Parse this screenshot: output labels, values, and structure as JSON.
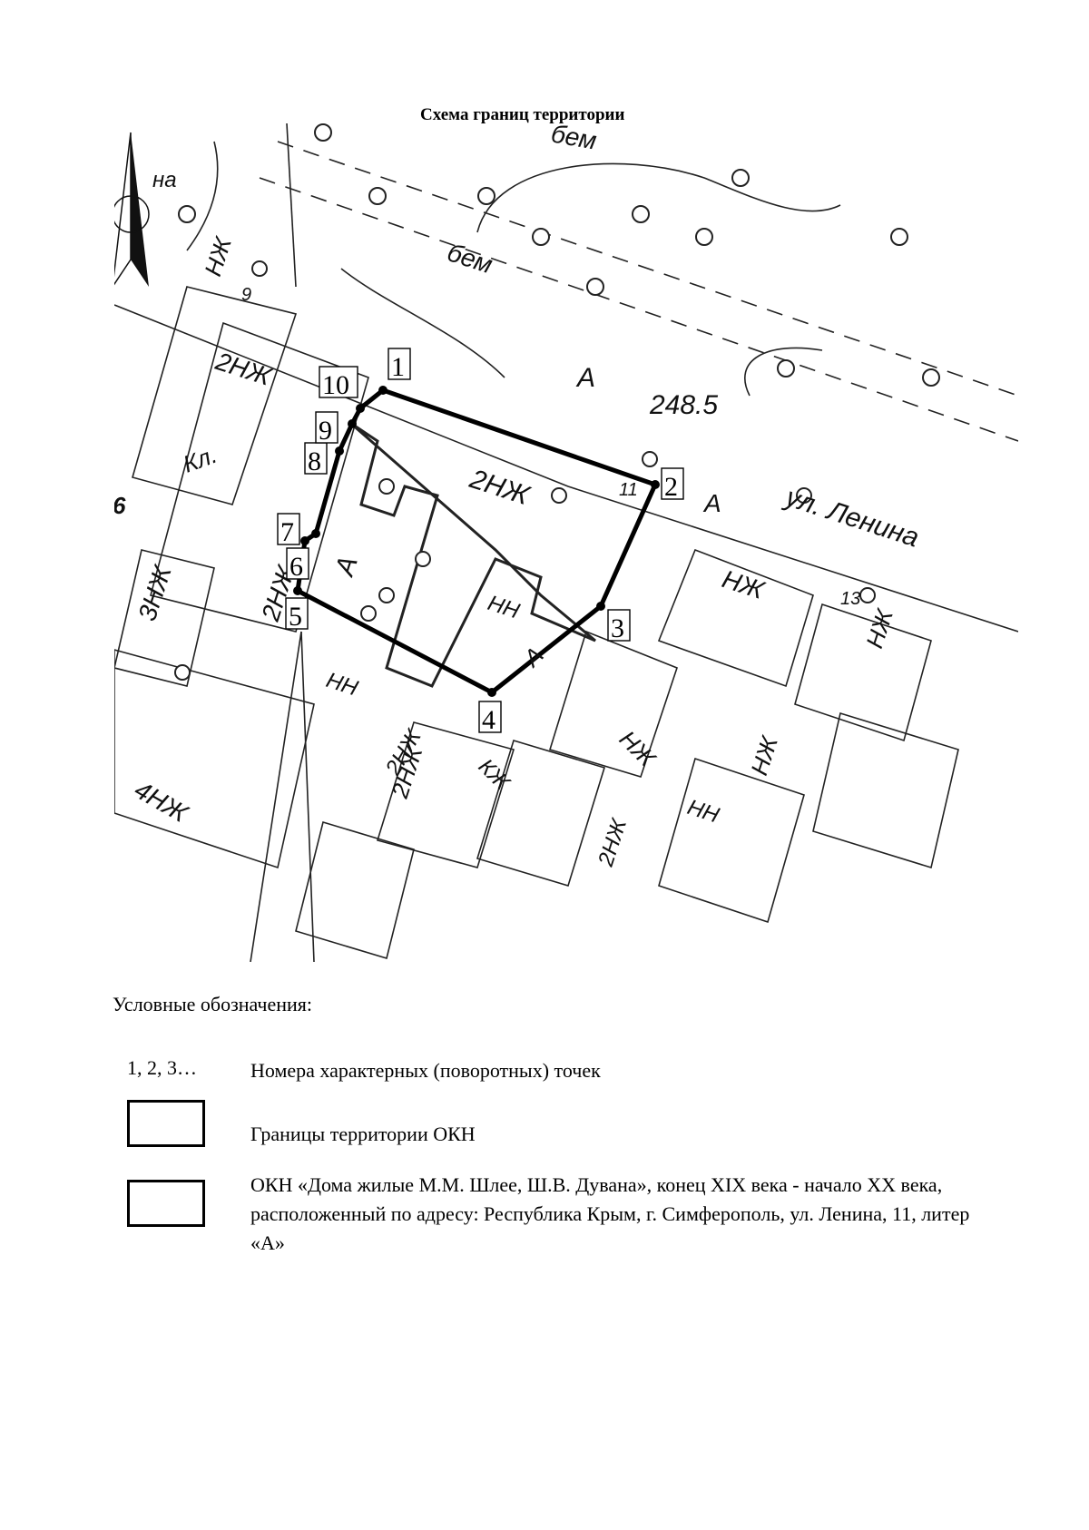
{
  "title": "Схема границ территории",
  "map": {
    "street_label": "ул. Ленина",
    "elevation": "248.5",
    "north_label": "на",
    "building_labels": [
      "2НЖ",
      "2НЖ",
      "2НЖ",
      "2НЖ",
      "НЖ",
      "НЖ",
      "НЖ",
      "НЖ",
      "НЖ",
      "НН",
      "НН",
      "НН",
      "3НЖ",
      "4НЖ",
      "2НЖ",
      "2НЖ",
      "КЖ"
    ],
    "letter_labels": [
      "А",
      "А",
      "А",
      "А",
      "Кл.",
      "бем",
      "бем"
    ],
    "house_numbers": [
      "9",
      "11",
      "13",
      "6"
    ],
    "points": [
      {
        "num": "1"
      },
      {
        "num": "2"
      },
      {
        "num": "3"
      },
      {
        "num": "4"
      },
      {
        "num": "5"
      },
      {
        "num": "6"
      },
      {
        "num": "7"
      },
      {
        "num": "8"
      },
      {
        "num": "9"
      },
      {
        "num": "10"
      }
    ]
  },
  "legend": {
    "title": "Условные обозначения:",
    "items": [
      {
        "key": "1, 2, 3…",
        "text": "Номера характерных (поворотных) точек"
      },
      {
        "key": "",
        "text": "Границы территории ОКН"
      },
      {
        "key": "",
        "text": "ОКН «Дома жилые М.М. Шлее, Ш.В. Дувана», конец XIX века - начало XX века, расположенный по адресу: Республика Крым, г. Симферополь, ул. Ленина, 11, литер «А»"
      }
    ]
  }
}
